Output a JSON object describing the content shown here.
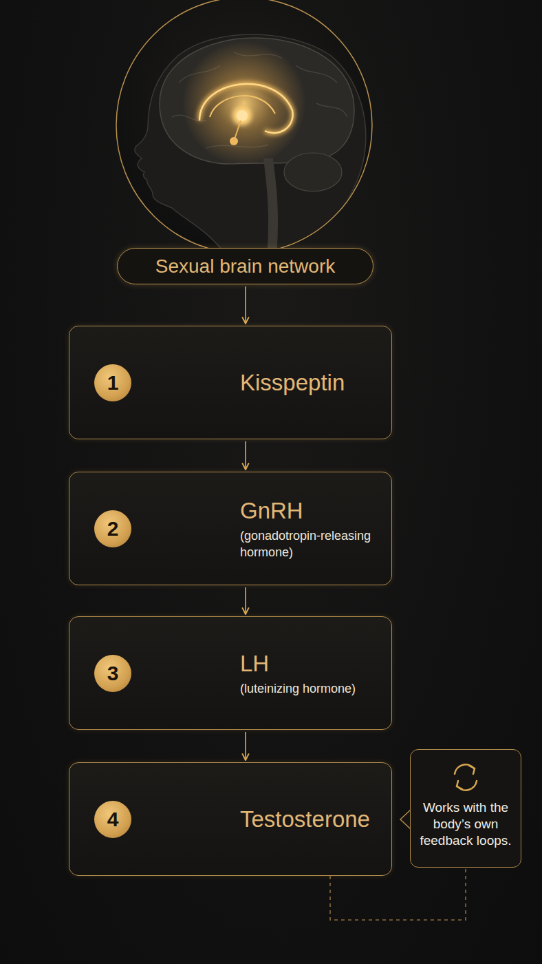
{
  "diagram": {
    "nodes": [
      {
        "text": [
          "Sexual brain network"
        ]
      },
      {
        "text": [
          "1",
          "Kisspeptin"
        ]
      },
      {
        "text": [
          "2",
          "GnRH",
          "(gonadotropin-releasing hormone)"
        ]
      },
      {
        "text": [
          "3",
          "LH",
          "(luteinizing hormone)"
        ]
      },
      {
        "text": [
          "4",
          "Testosterone"
        ]
      },
      {
        "text": [
          "Works with the body’s own feedback loops."
        ]
      }
    ],
    "edges": [
      {
        "from": 0,
        "to": 1,
        "arrow": "to"
      },
      {
        "from": 1,
        "to": 2,
        "arrow": "to"
      },
      {
        "from": 2,
        "to": 3,
        "arrow": "to"
      },
      {
        "from": 3,
        "to": 4,
        "arrow": "to"
      },
      {
        "from": 4,
        "to": 5,
        "arrow": "none"
      }
    ]
  }
}
